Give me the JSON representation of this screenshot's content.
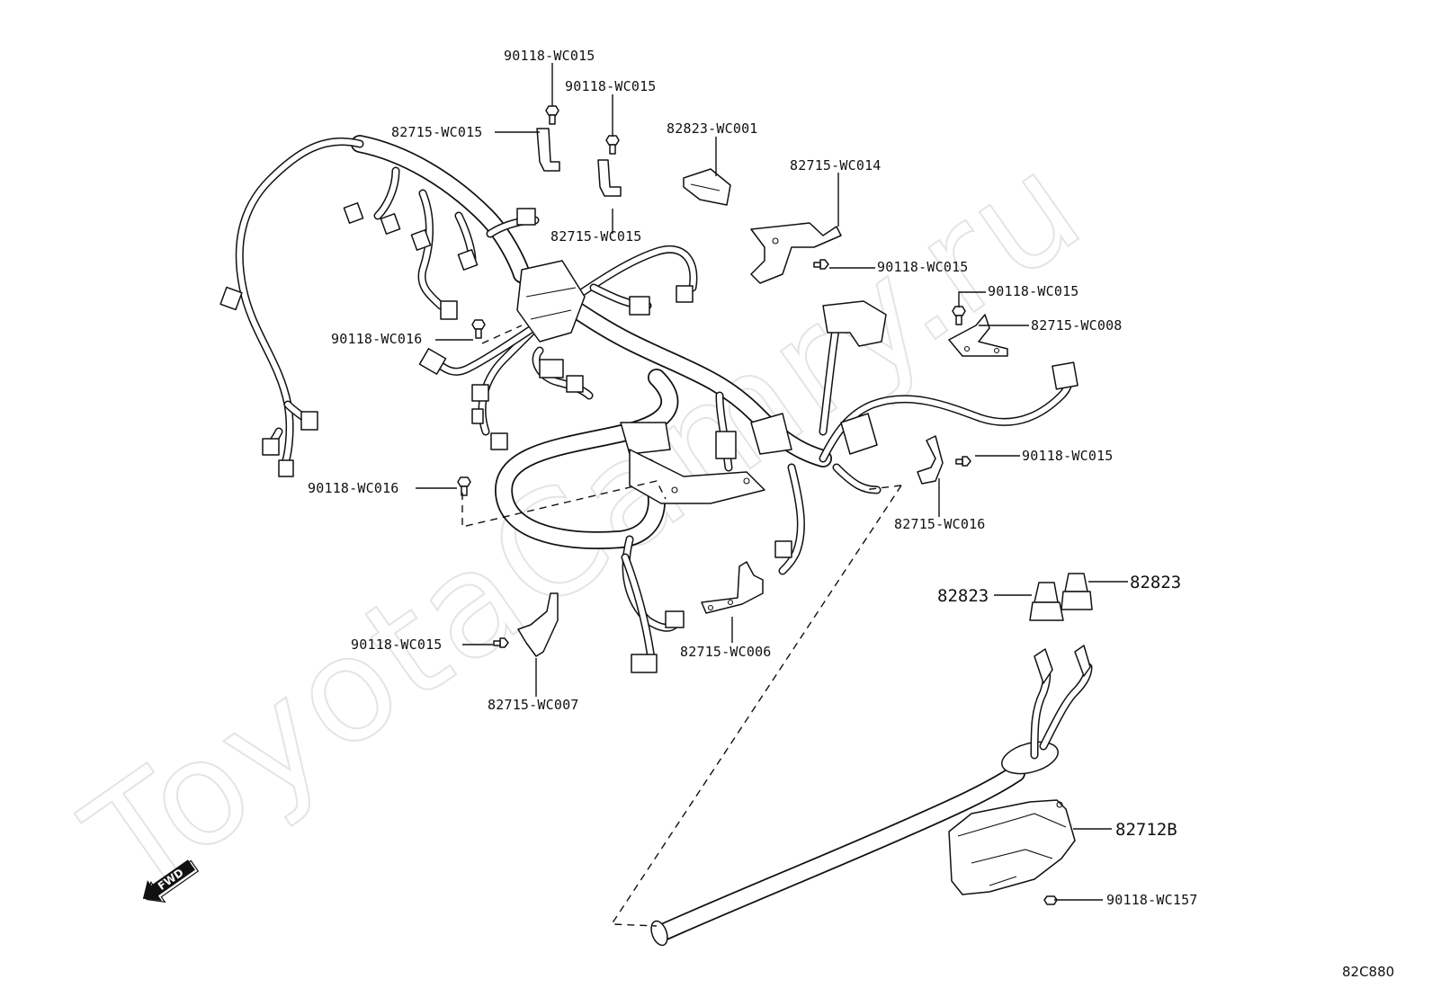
{
  "diagram_code": "82C880",
  "watermark": "ToyotaCamry.ru",
  "fwd_label": "FWD",
  "callouts": [
    {
      "id": "c1",
      "text": "90118-WC015"
    },
    {
      "id": "c2",
      "text": "90118-WC015"
    },
    {
      "id": "c3",
      "text": "82715-WC015"
    },
    {
      "id": "c4",
      "text": "82823-WC001"
    },
    {
      "id": "c5",
      "text": "82715-WC014"
    },
    {
      "id": "c6",
      "text": "82715-WC015"
    },
    {
      "id": "c7",
      "text": "90118-WC015"
    },
    {
      "id": "c8",
      "text": "90118-WC015"
    },
    {
      "id": "c9",
      "text": "82715-WC008"
    },
    {
      "id": "c10",
      "text": "90118-WC016"
    },
    {
      "id": "c11",
      "text": "90118-WC015"
    },
    {
      "id": "c12",
      "text": "90118-WC016"
    },
    {
      "id": "c13",
      "text": "82715-WC016"
    },
    {
      "id": "c14",
      "text": "82823"
    },
    {
      "id": "c15",
      "text": "82823"
    },
    {
      "id": "c16",
      "text": "90118-WC015"
    },
    {
      "id": "c17",
      "text": "82715-WC006"
    },
    {
      "id": "c18",
      "text": "82715-WC007"
    },
    {
      "id": "c19",
      "text": "82712B"
    },
    {
      "id": "c20",
      "text": "90118-WC157"
    }
  ]
}
